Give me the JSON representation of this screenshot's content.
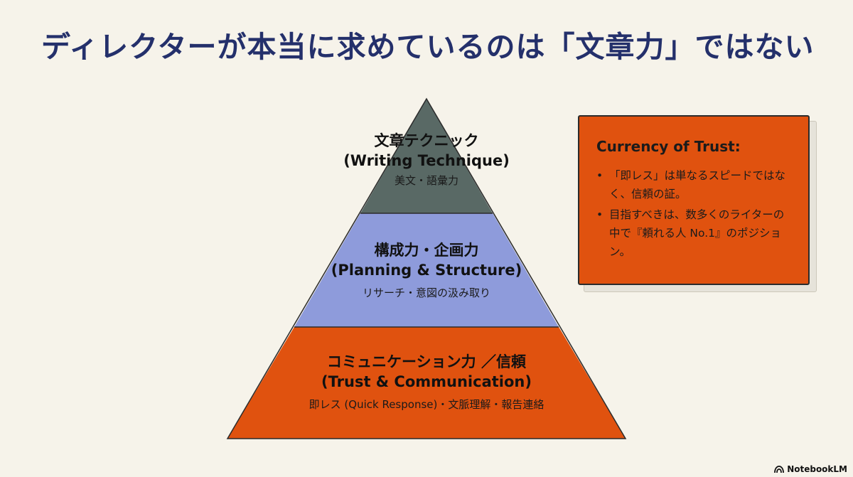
{
  "page": {
    "title": "ディレクターが本当に求めているのは「文章力」ではない"
  },
  "pyramid": {
    "tiers": [
      {
        "label_jp": "文章テクニック",
        "label_en": "(Writing Technique)",
        "sub": "美文・語彙力",
        "color": "#596965"
      },
      {
        "label_jp": "構成力・企画力",
        "label_en": "(Planning & Structure)",
        "sub": "リサーチ・意図の汲み取り",
        "color": "#8e9bdb"
      },
      {
        "label_jp": "コミュニケーション力 ／信頼",
        "label_en": "(Trust & Communication)",
        "sub": "即レス (Quick Response)・文脈理解・報告連絡",
        "color": "#e0520f"
      }
    ]
  },
  "card": {
    "title": "Currency of Trust:",
    "bullets": [
      "「即レス」は単なるスピードではなく、信頼の証。",
      "目指すべきは、数多くのライターの中で『頼れる人 No.1』のポジション。"
    ],
    "color": "#e0520f"
  },
  "brand": {
    "name": "NotebookLM",
    "icon": "notebooklm-icon"
  }
}
